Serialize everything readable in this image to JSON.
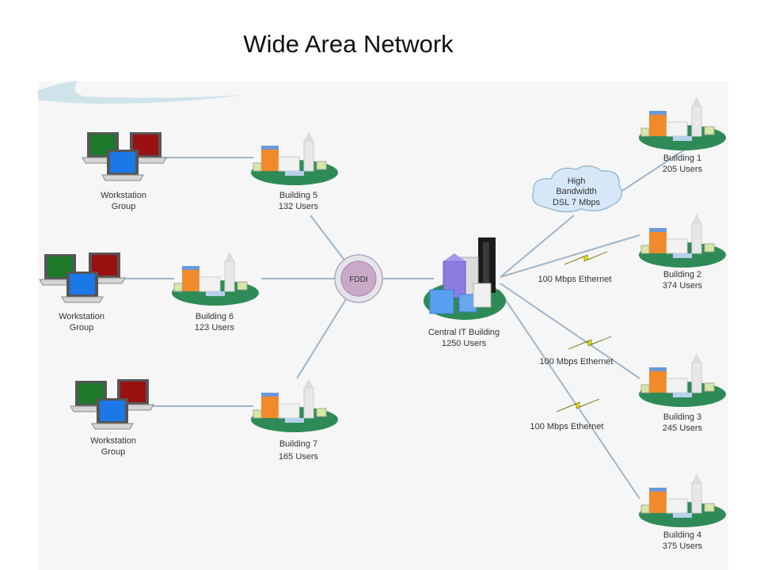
{
  "title": "Wide Area Network",
  "fddi_label": "FDDI",
  "cloud": {
    "lines": [
      "High",
      "Bandwidth",
      "DSL 7 Mbps"
    ]
  },
  "workstation_groups": [
    {
      "lines": [
        "Workstation",
        "Group"
      ]
    },
    {
      "lines": [
        "Workstation",
        "Group"
      ]
    },
    {
      "lines": [
        "Workstation",
        "Group"
      ]
    }
  ],
  "buildings": {
    "b5": {
      "lines": [
        "Building 5",
        "132 Users"
      ]
    },
    "b6": {
      "lines": [
        "Building 6",
        "123 Users"
      ]
    },
    "b7": {
      "lines": [
        "Building 7",
        "165 Users"
      ]
    },
    "central": {
      "lines": [
        "Central IT Building",
        "1250 Users"
      ]
    },
    "b1": {
      "lines": [
        "Building 1",
        "205 Users"
      ]
    },
    "b2": {
      "lines": [
        "Building 2",
        "374 Users"
      ]
    },
    "b3": {
      "lines": [
        "Building 3",
        "245 Users"
      ]
    },
    "b4": {
      "lines": [
        "Building 4",
        "375 Users"
      ]
    }
  },
  "links": {
    "eth_a": "100 Mbps Ethernet",
    "eth_b": "100 Mbps Ethernet",
    "eth_c": "100 Mbps Ethernet"
  },
  "colors": {
    "ground": "#2e8b57",
    "connector": "#9fb6cc",
    "lightning": "#f2e600",
    "monitor_red": "#9b1010",
    "monitor_green": "#1d7a2a",
    "monitor_blue": "#1a78e8"
  }
}
